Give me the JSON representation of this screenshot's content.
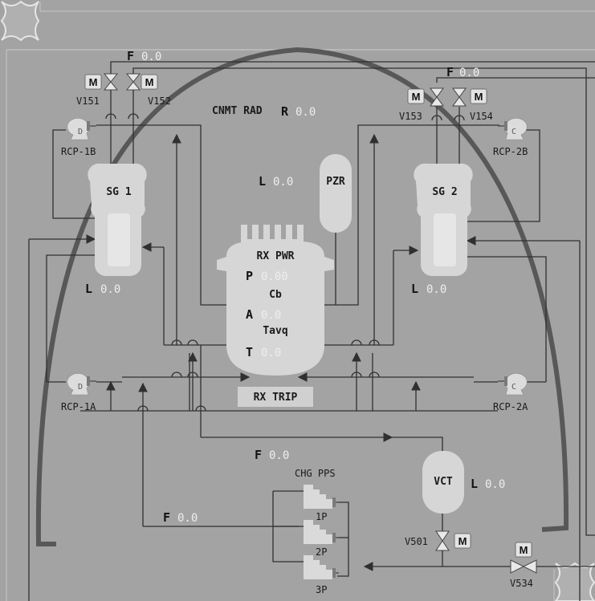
{
  "containment": {
    "label": "CNMT RAD",
    "letter": "R",
    "value": "0.0"
  },
  "sg1": {
    "name": "SG 1",
    "level_letter": "L",
    "level": "0.0"
  },
  "sg2": {
    "name": "SG 2",
    "level_letter": "L",
    "level": "0.0"
  },
  "pzr": {
    "name": "PZR",
    "level_letter": "L",
    "level": "0.0"
  },
  "reactor": {
    "power_label": "RX PWR",
    "p_letter": "P",
    "p_value": "0.00",
    "cb_label": "Cb",
    "a_letter": "A",
    "a_value": "0.0",
    "tavg_label": "Tavq",
    "t_letter": "T",
    "t_value": "0.0",
    "trip_label": "RX TRIP"
  },
  "pumps": {
    "rcp1b": "RCP-1B",
    "rcp2b": "RCP-2B",
    "rcp1a": "RCP-1A",
    "rcp2a": "RCP-2A"
  },
  "valves": {
    "v151": "V151",
    "v152": "V152",
    "v153": "V153",
    "v154": "V154",
    "v501": "V501",
    "v534": "V534",
    "motor_label": "M"
  },
  "flows": {
    "f_letter": "F",
    "top_left": "0.0",
    "top_right": "0.0",
    "charging": "0.0",
    "letdown": "0.0"
  },
  "vct": {
    "name": "VCT",
    "level_letter": "L",
    "level": "0.0"
  },
  "charging_pumps": {
    "title": "CHG PPS",
    "p1": "1P",
    "p2": "2P",
    "p3": "3P"
  },
  "colors": {
    "background": "#a3a3a3",
    "component": "#d6d6d6",
    "pipe": "#303030",
    "value_text": "#eeeeee",
    "containment": "#555555"
  }
}
